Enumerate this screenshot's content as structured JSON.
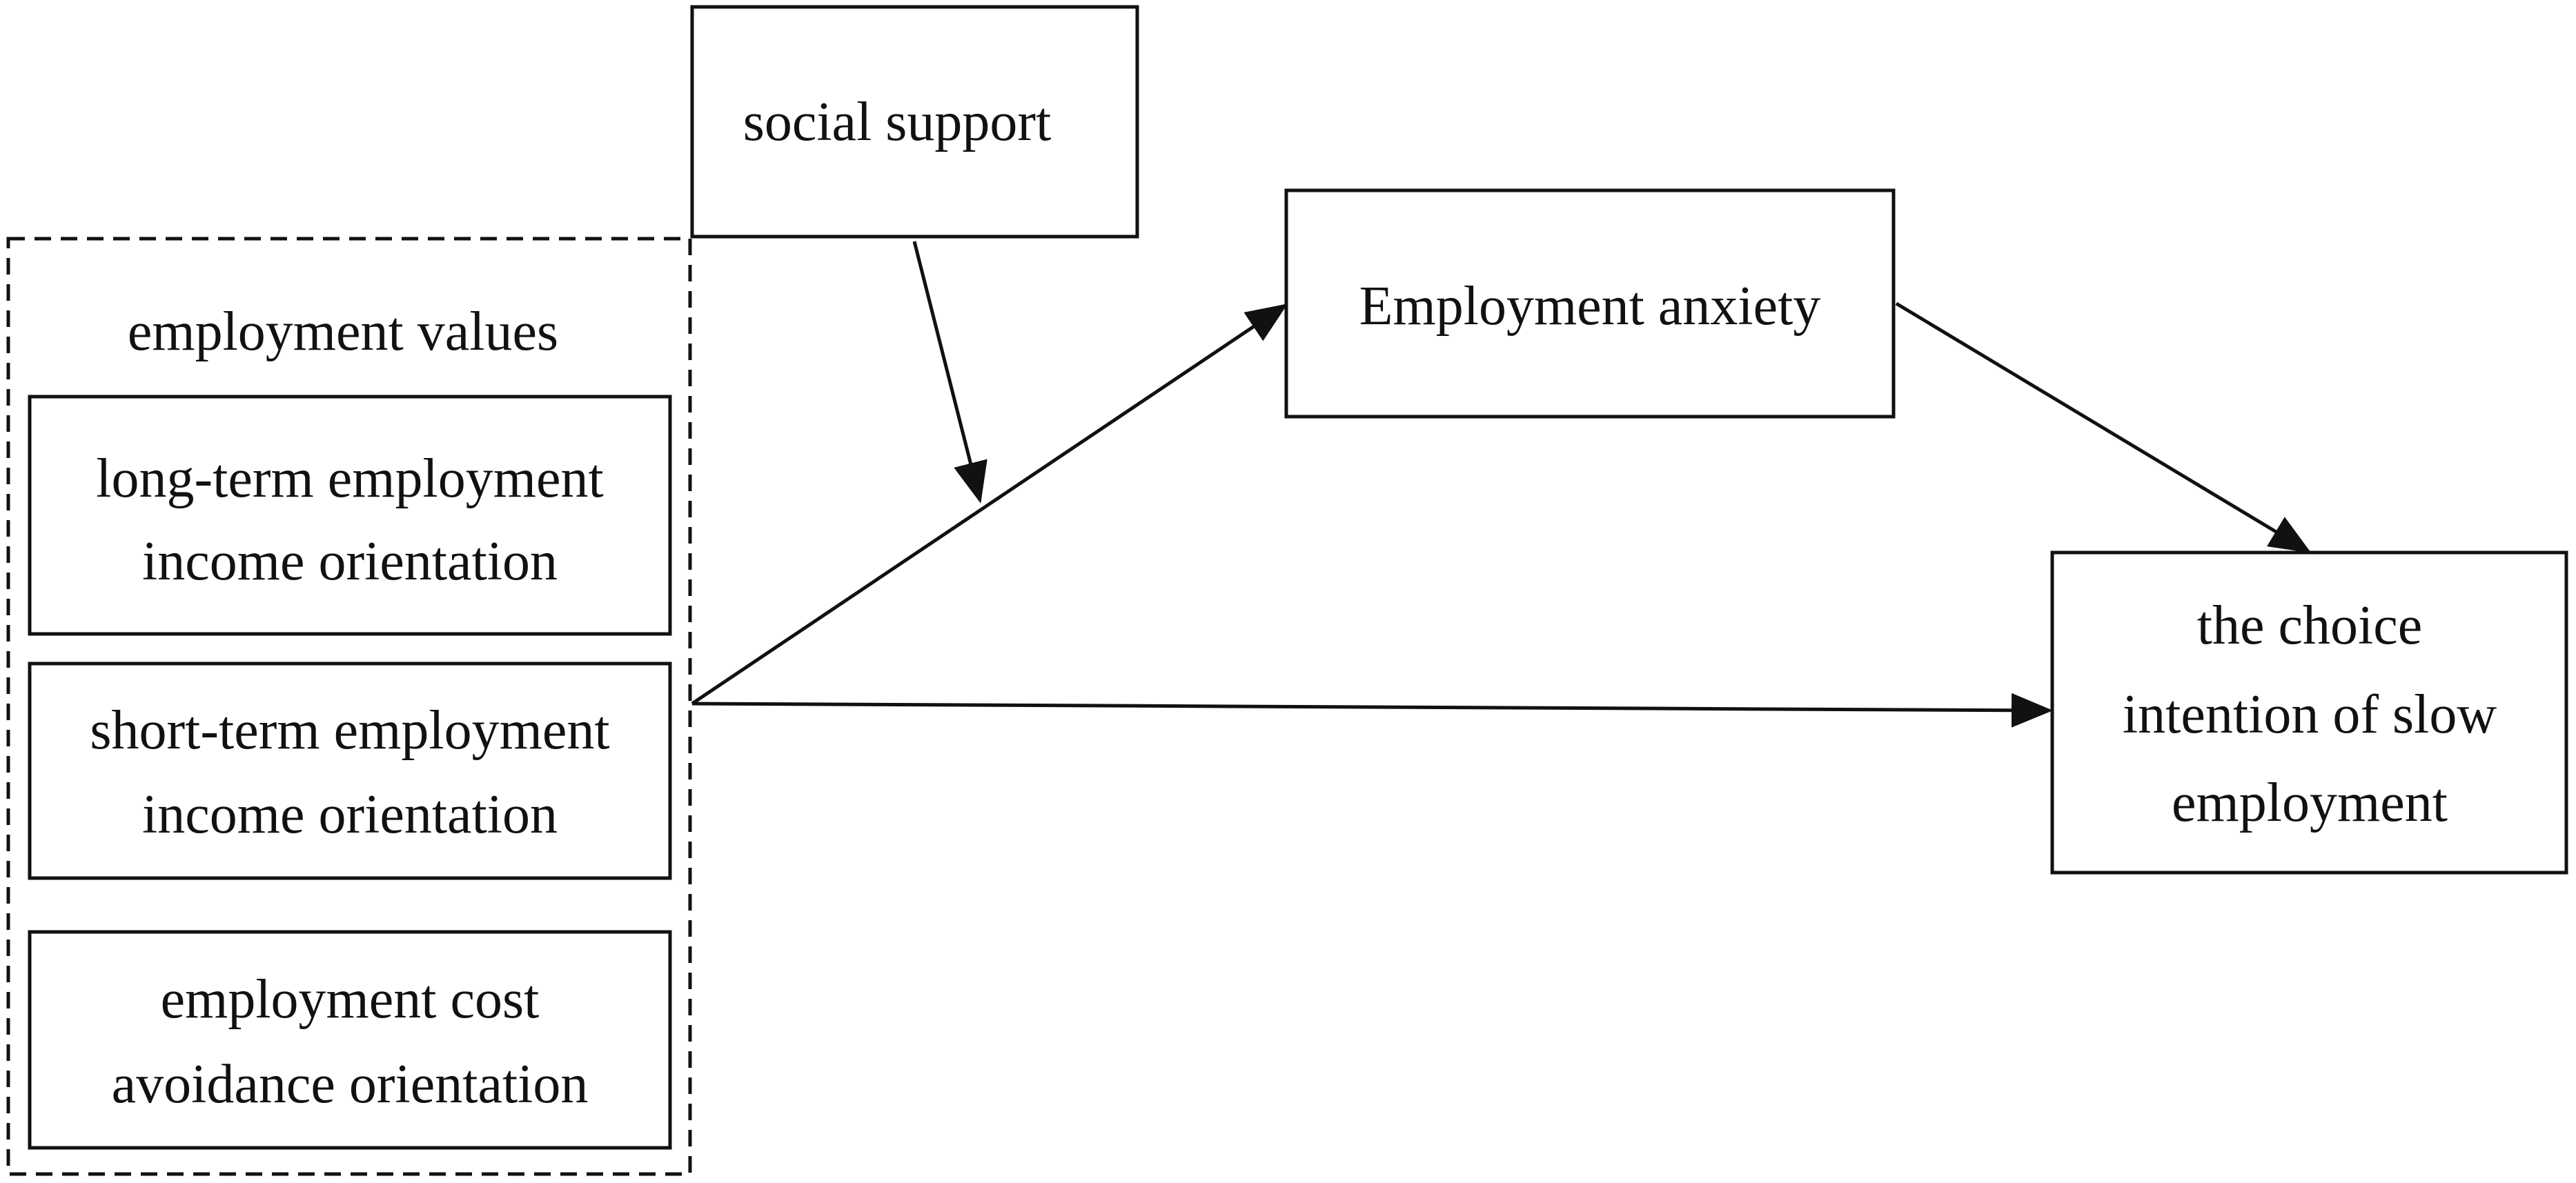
{
  "diagram": {
    "group": {
      "label": "employment values"
    },
    "nodes": {
      "long_term": {
        "line1": "long-term employment",
        "line2": "income orientation"
      },
      "short_term": {
        "line1": "short-term employment",
        "line2": "income orientation"
      },
      "cost_avoidance": {
        "line1": "employment cost",
        "line2": "avoidance orientation"
      },
      "social_support": {
        "line1": "social support"
      },
      "anxiety": {
        "line1": "Employment anxiety"
      },
      "outcome": {
        "line1": "the choice",
        "line2": "intention of slow",
        "line3": "employment"
      }
    }
  }
}
